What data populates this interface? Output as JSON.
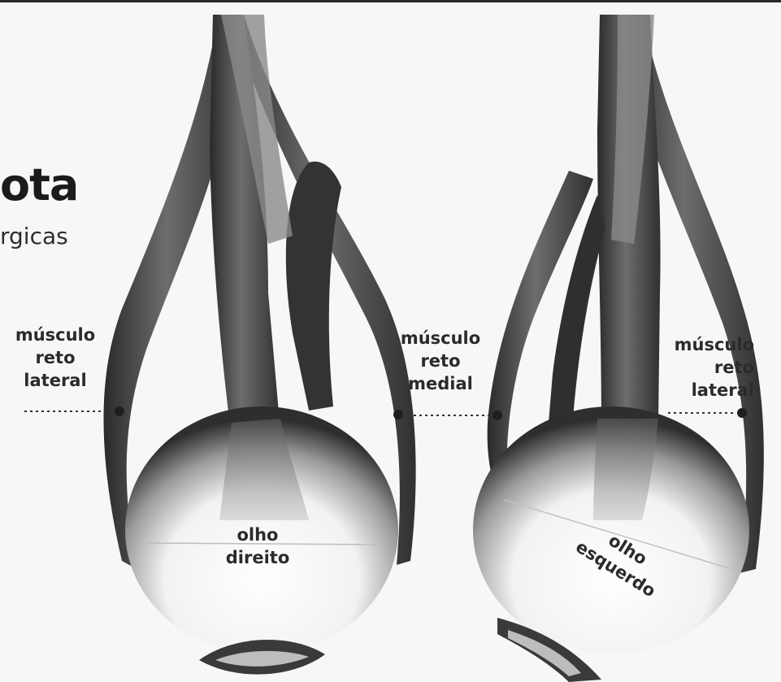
{
  "header": {
    "title_fragment": "ota",
    "subtitle_fragment": "rgicas"
  },
  "labels": {
    "left_lateral": [
      "músculo",
      "reto",
      "lateral"
    ],
    "medial": [
      "músculo",
      "reto",
      "medial"
    ],
    "right_lateral": [
      "músculo",
      "reto",
      "lateral"
    ],
    "right_eye": [
      "olho",
      "direito"
    ],
    "left_eye": [
      "olho",
      "esquerdo"
    ]
  },
  "colors": {
    "muscle_dark": "#2f2f2f",
    "muscle_mid": "#6a6a6a",
    "globe_dark": "#3a3a3a",
    "globe_light": "#ffffff",
    "background": "#f7f7f5"
  }
}
